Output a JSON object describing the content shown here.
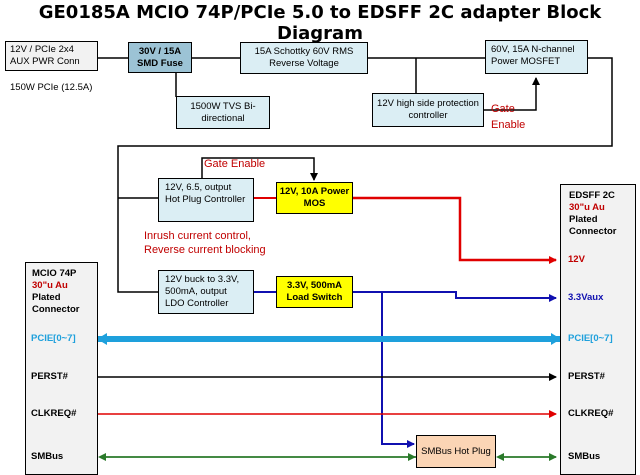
{
  "title": "GE0185A MCIO 74P/PCIe 5.0 to EDSFF 2C adapter Block Diagram",
  "blocks": {
    "aux_power": "12V / PCIe 2x4 AUX PWR Conn",
    "aux_power_note": "150W PCIe (12.5A)",
    "fuse": "30V / 15A SMD Fuse",
    "schottky": "15A Schottky 60V RMS Reverse Voltage",
    "mosfet": "60V, 15A N-channel Power MOSFET",
    "tvs": "1500W TVS Bi-directional",
    "high_side": "12V high side protection controller",
    "gate_enable_1": "Gate Enable",
    "hot_plug": "12V, 6.5, output Hot Plug Controller",
    "gate_enable_2": "Gate Enable",
    "power_mos": "12V, 10A Power MOS",
    "inrush": "Inrush current control, Reverse current blocking",
    "buck": "12V buck to 3.3V, 500mA, output LDO Controller",
    "load_switch": "3.3V, 500mA Load Switch",
    "smbus_hp": "SMBus Hot Plug"
  },
  "left_connector": {
    "name": "MCIO 74P",
    "plating": "30\"u Au",
    "type": "Plated Connector",
    "signals": [
      "PCIE[0~7]",
      "PERST#",
      "CLKREQ#",
      "SMBus"
    ]
  },
  "right_connector": {
    "name": "EDSFF 2C",
    "plating": "30\"u Au",
    "type": "Plated Connector",
    "signals": [
      "12V",
      "3.3Vaux",
      "PCIE[0~7]",
      "PERST#",
      "CLKREQ#",
      "SMBus"
    ]
  },
  "colors": {
    "red": "#e00000",
    "blue": "#1010b0",
    "cyan": "#1ea0dc",
    "green": "#2a7a2a",
    "black": "#000000"
  }
}
